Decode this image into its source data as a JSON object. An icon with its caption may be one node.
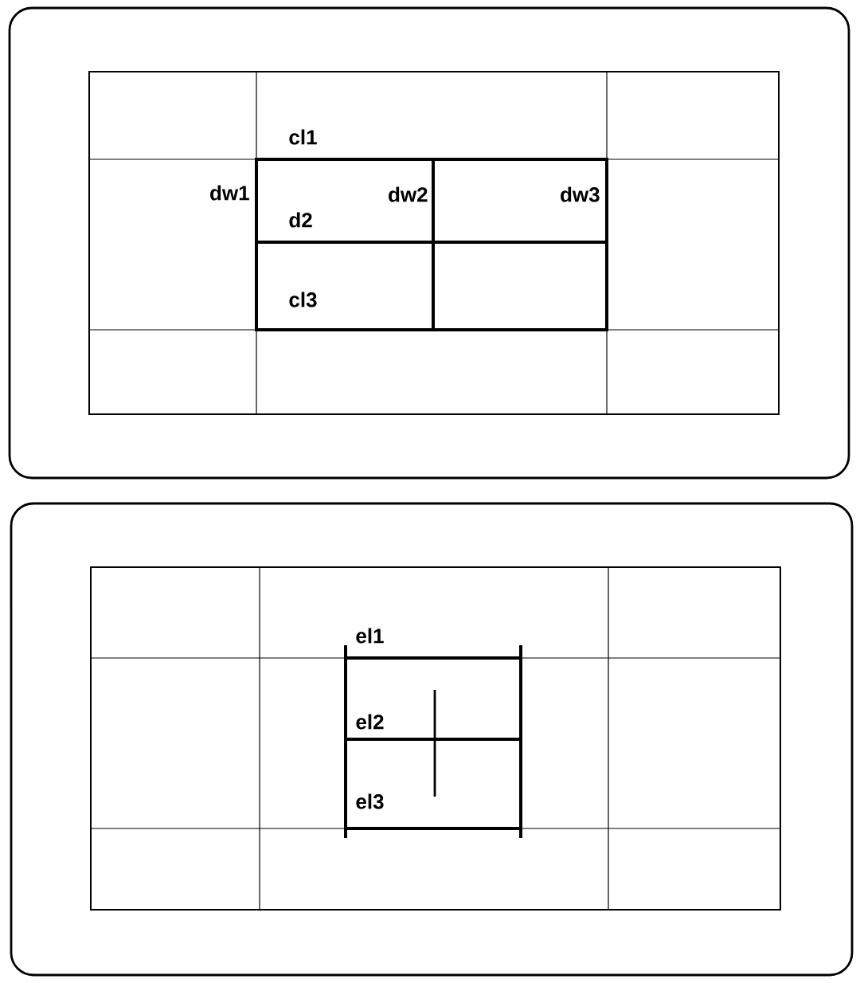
{
  "diagram": {
    "labels": [
      "cl1",
      "dw1",
      "dw2",
      "dw3",
      "d2",
      "cl3",
      "el1",
      "el2",
      "el3"
    ]
  }
}
